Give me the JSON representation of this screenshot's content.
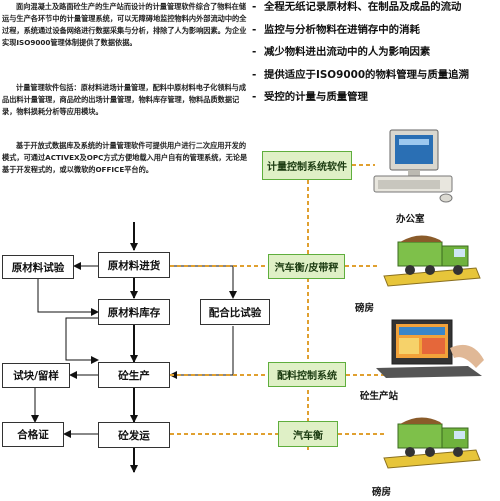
{
  "intro": [
    "面向混凝土及路面砼生产的生产站而设计的计量管理软件综合了物料在储运与生产各环节中的计量管理系统，可以无障碍地监控物料内外部流动中的全过程，系统通过设备网络进行数据采集与分析，排除了人为影响因素。为企业实现ISO9000管理体制提供了数据依据。",
    "计量管理软件包括：原材料进场计量管理，配料中原材料电子化领料与成品出料计量管理，商品砼的出场计量管理，物料库存管理，物料品质数据记录，物料损耗分析等应用模块。",
    "基于开放式数据库及系统的计量管理软件可提供用户进行二次应用开发的模式，可通过ACTIVEX及OPC方式方便地载入用户自有的管理系统，无论是基于开发程式的，或以微软的OFFICE平台的。"
  ],
  "bullets": [
    "全程无纸记录原材料、在制品及成品的流动",
    "监控与分析物料在进销存中的消耗",
    "减少物料进出流动中的人为影响因素",
    "提供适应于ISO9000的物料管理与质量追溯",
    "受控的计量与质量管理"
  ],
  "bullet_symbol": "-",
  "flow": {
    "raw_test": "原材料试验",
    "raw_in": "原材料进货",
    "raw_stock": "原材料库存",
    "mix_test": "配合比试验",
    "block_sample": "试块/留样",
    "concrete_prod": "砼生产",
    "certificate": "合格证",
    "concrete_ship": "砼发运"
  },
  "green": {
    "software": "计量控制系统软件",
    "truck_belt": "汽车衡/皮带秤",
    "batching": "配料控制系统",
    "truck_scale": "汽车衡"
  },
  "captions": {
    "office": "办公室",
    "weighroom1": "磅房",
    "plant": "砼生产站",
    "weighroom2": "磅房"
  },
  "colors": {
    "green_fill": "#dff0c6",
    "green_border": "#5fae3d",
    "dashed_orange": "#e0a030",
    "truck_green": "#7ec04a"
  }
}
